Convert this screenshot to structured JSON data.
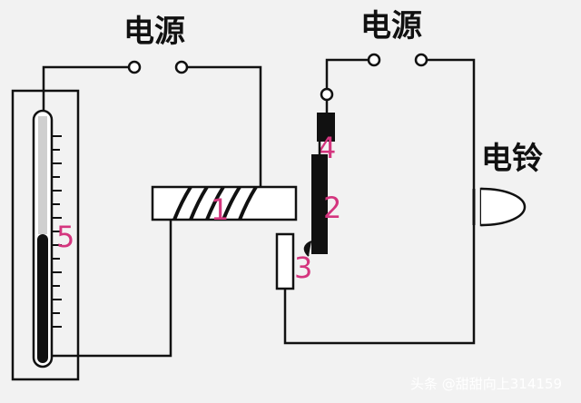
{
  "labels": {
    "power_source_left": "电源",
    "power_source_right": "电源",
    "bell": "电铃"
  },
  "part_numbers": {
    "coil": "1",
    "armature": "2",
    "contact": "3",
    "spring": "4",
    "thermometer": "5"
  },
  "watermark": "头条 @甜甜向上314159",
  "colors": {
    "line": "#111111",
    "number_accent": "#d4357e",
    "background": "#f2f2f2"
  }
}
